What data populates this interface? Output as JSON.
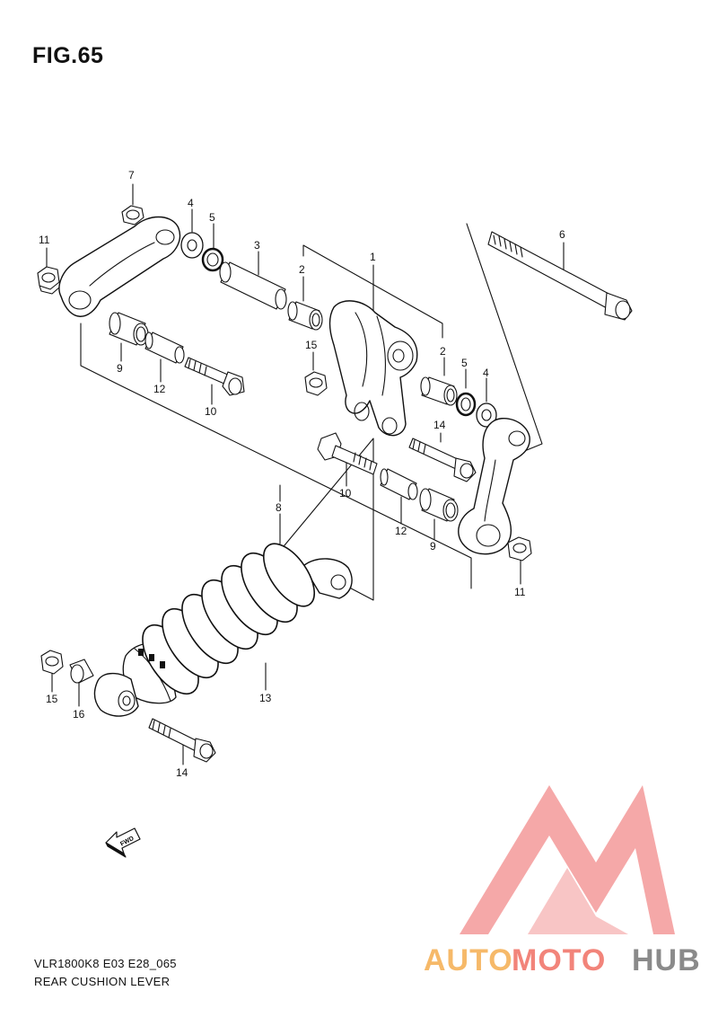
{
  "figure": {
    "title": "FIG.65"
  },
  "callouts": {
    "c7": "7",
    "c4a": "4",
    "c5a": "5",
    "c3": "3",
    "c11a": "11",
    "c2a": "2",
    "c1": "1",
    "c6": "6",
    "c15a": "15",
    "c2b": "2",
    "c5b": "5",
    "c4b": "4",
    "c9a": "9",
    "c12a": "12",
    "c10a": "10",
    "c14a": "14",
    "c8": "8",
    "c10b": "10",
    "c12b": "12",
    "c9b": "9",
    "c11b": "11",
    "c13": "13",
    "c15b": "15",
    "c16": "16",
    "c14b": "14"
  },
  "fwd_label": "FWD",
  "footer": {
    "model_code": "VLR1800K8 E03 E28_065",
    "diagram_name": "REAR CUSHION LEVER"
  },
  "watermark": {
    "brand_auto": "AUTO",
    "brand_moto": "MOTO",
    "brand_hub": "HUB",
    "colors": {
      "auto": "#f6b969",
      "moto": "#f2847a",
      "hub": "#8a8a8a",
      "triangle": "#f28b8b"
    }
  }
}
